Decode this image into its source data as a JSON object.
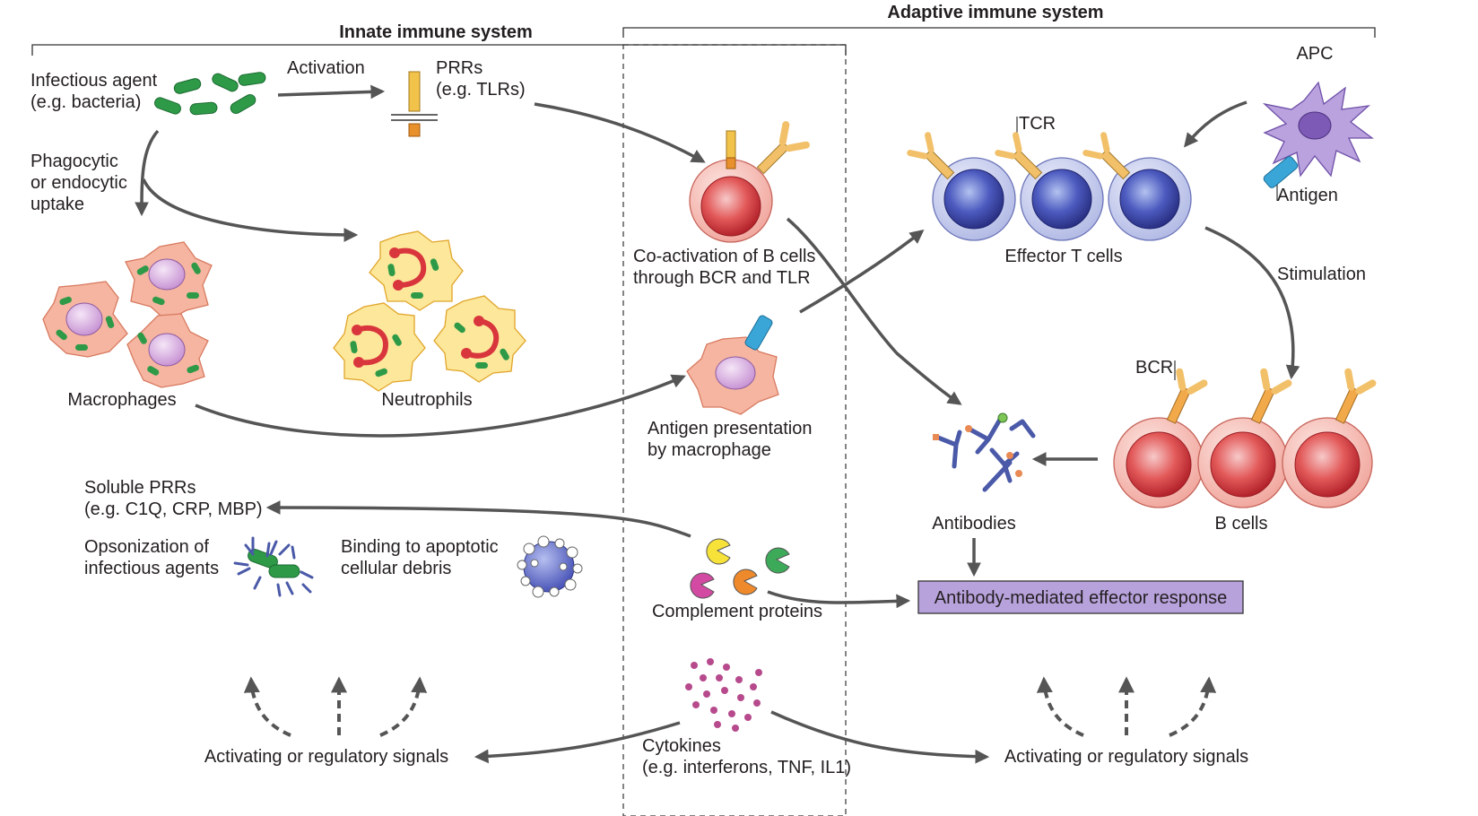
{
  "headers": {
    "innate": "Innate immune system",
    "adaptive": "Adaptive immune system"
  },
  "labels": {
    "infectious_agent_1": "Infectious agent",
    "infectious_agent_2": "(e.g. bacteria)",
    "activation": "Activation",
    "prrs_1": "PRRs",
    "prrs_2": "(e.g. TLRs)",
    "phagocytic_1": "Phagocytic",
    "phagocytic_2": "or endocytic",
    "phagocytic_3": "uptake",
    "macrophages": "Macrophages",
    "neutrophils": "Neutrophils",
    "coactivation_1": "Co-activation of B cells",
    "coactivation_2": "through BCR and TLR",
    "antigen_presentation_1": "Antigen presentation",
    "antigen_presentation_2": "by macrophage",
    "apc": "APC",
    "tcr": "TCR",
    "antigen": "Antigen",
    "effector_t_cells": "Effector T cells",
    "stimulation": "Stimulation",
    "bcr": "BCR",
    "b_cells": "B cells",
    "antibodies": "Antibodies",
    "soluble_prrs_1": "Soluble PRRs",
    "soluble_prrs_2": "(e.g. C1Q, CRP, MBP)",
    "opsonization_1": "Opsonization of",
    "opsonization_2": "infectious agents",
    "binding_1": "Binding to apoptotic",
    "binding_2": "cellular debris",
    "complement_proteins": "Complement proteins",
    "antibody_response": "Antibody-mediated effector response",
    "cytokines_1": "Cytokines",
    "cytokines_2": "(e.g. interferons, TNF, IL1)",
    "signals_left": "Activating or regulatory signals",
    "signals_right": "Activating or regulatory signals"
  },
  "colors": {
    "arrow": "#555555",
    "bacteria": "#2e9a48",
    "macrophage": "#f5b5a0",
    "neutrophil": "#fde79a",
    "b_cell_nucleus": "#d9353d",
    "t_cell_nucleus": "#3b46a8",
    "apc": "#b9a2dd",
    "antigen": "#3aa6d8",
    "response_box": "#b8a2dc"
  }
}
